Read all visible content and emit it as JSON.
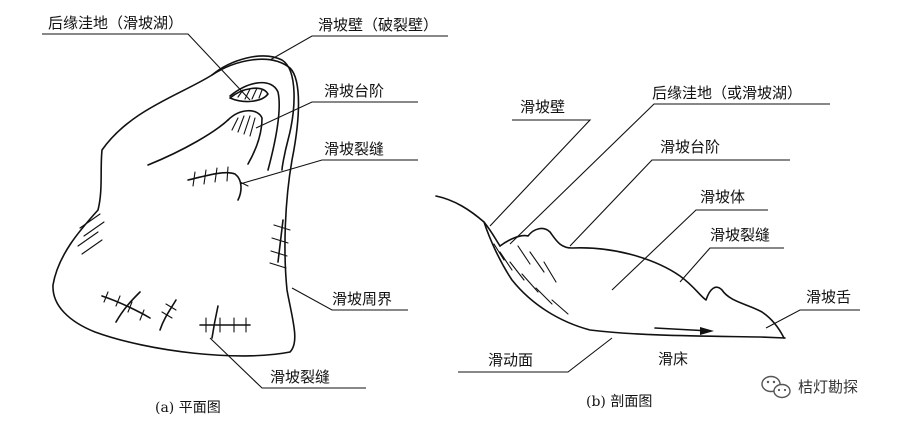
{
  "plan_view": {
    "caption": "(a) 平面图",
    "labels": {
      "rear_depression": "后缘洼地（滑坡湖）",
      "scarp": "滑坡壁（破裂壁）",
      "terrace": "滑坡台阶",
      "crack_upper": "滑坡裂缝",
      "boundary": "滑坡周界",
      "crack_lower": "滑坡裂缝"
    }
  },
  "section_view": {
    "caption": "(b) 剖面图",
    "labels": {
      "scarp": "滑坡壁",
      "rear_depression": "后缘洼地（或滑坡湖）",
      "terrace": "滑坡台阶",
      "body": "滑坡体",
      "crack": "滑坡裂缝",
      "tongue": "滑坡舌",
      "slip_surface": "滑动面",
      "bed": "滑床"
    }
  },
  "watermark": {
    "text": "桔灯勘探",
    "icon": "wechat-icon"
  }
}
